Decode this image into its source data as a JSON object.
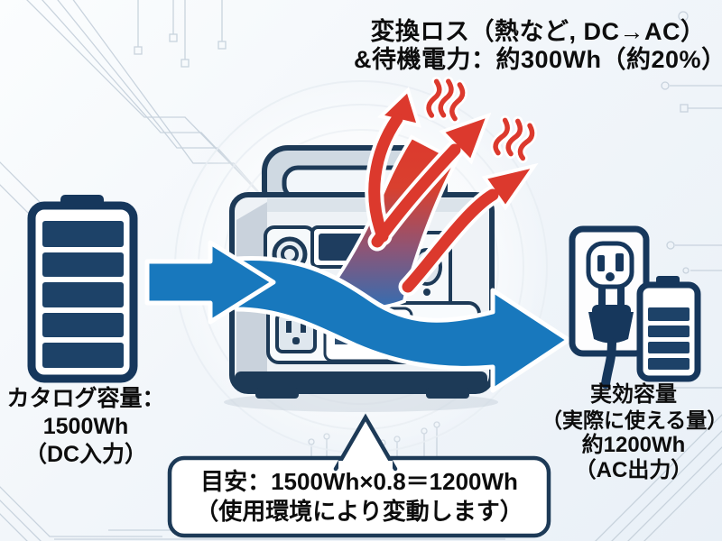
{
  "diagram_title_semantic": "portable-power-station-effective-capacity-diagram",
  "labels": {
    "loss": {
      "line1": "変換ロス（熱など, DC→AC）",
      "line2": "&待機電力：約300Wh（約20%）"
    },
    "input": {
      "line1": "カタログ容量：",
      "line2": "1500Wh",
      "line3": "（DC入力）"
    },
    "output": {
      "line1": "実効容量",
      "line2": "（実際に使える量）",
      "line3": "約1200Wh",
      "line4": "（AC出力）"
    },
    "note": {
      "line1": "目安：1500Wh×0.8＝1200Wh",
      "line2": "（使用環境により変動します）"
    }
  },
  "icons": {
    "left": "battery-full-icon",
    "center": "power-station-illustration",
    "right": [
      "outlet-icon",
      "plug-icon",
      "battery-output-icon"
    ],
    "flows": [
      "input-arrow",
      "output-flow-arrow",
      "heat-loss-arrows",
      "heat-wave-icon"
    ],
    "background": "circuit-trace-pattern"
  },
  "colors": {
    "flow_blue": "#1878bd",
    "heat_red": "#dc392d",
    "icon_navy": "#1b3a5c",
    "outline_white": "#ffffff",
    "text": "#0d0d0d",
    "trace_gray": "#c4cfda",
    "background_light": "#f2f6fa"
  },
  "values": {
    "catalog_capacity_wh": 1500,
    "effective_capacity_wh": 1200,
    "loss_wh": 300,
    "loss_percent": 20,
    "efficiency_factor": 0.8
  }
}
